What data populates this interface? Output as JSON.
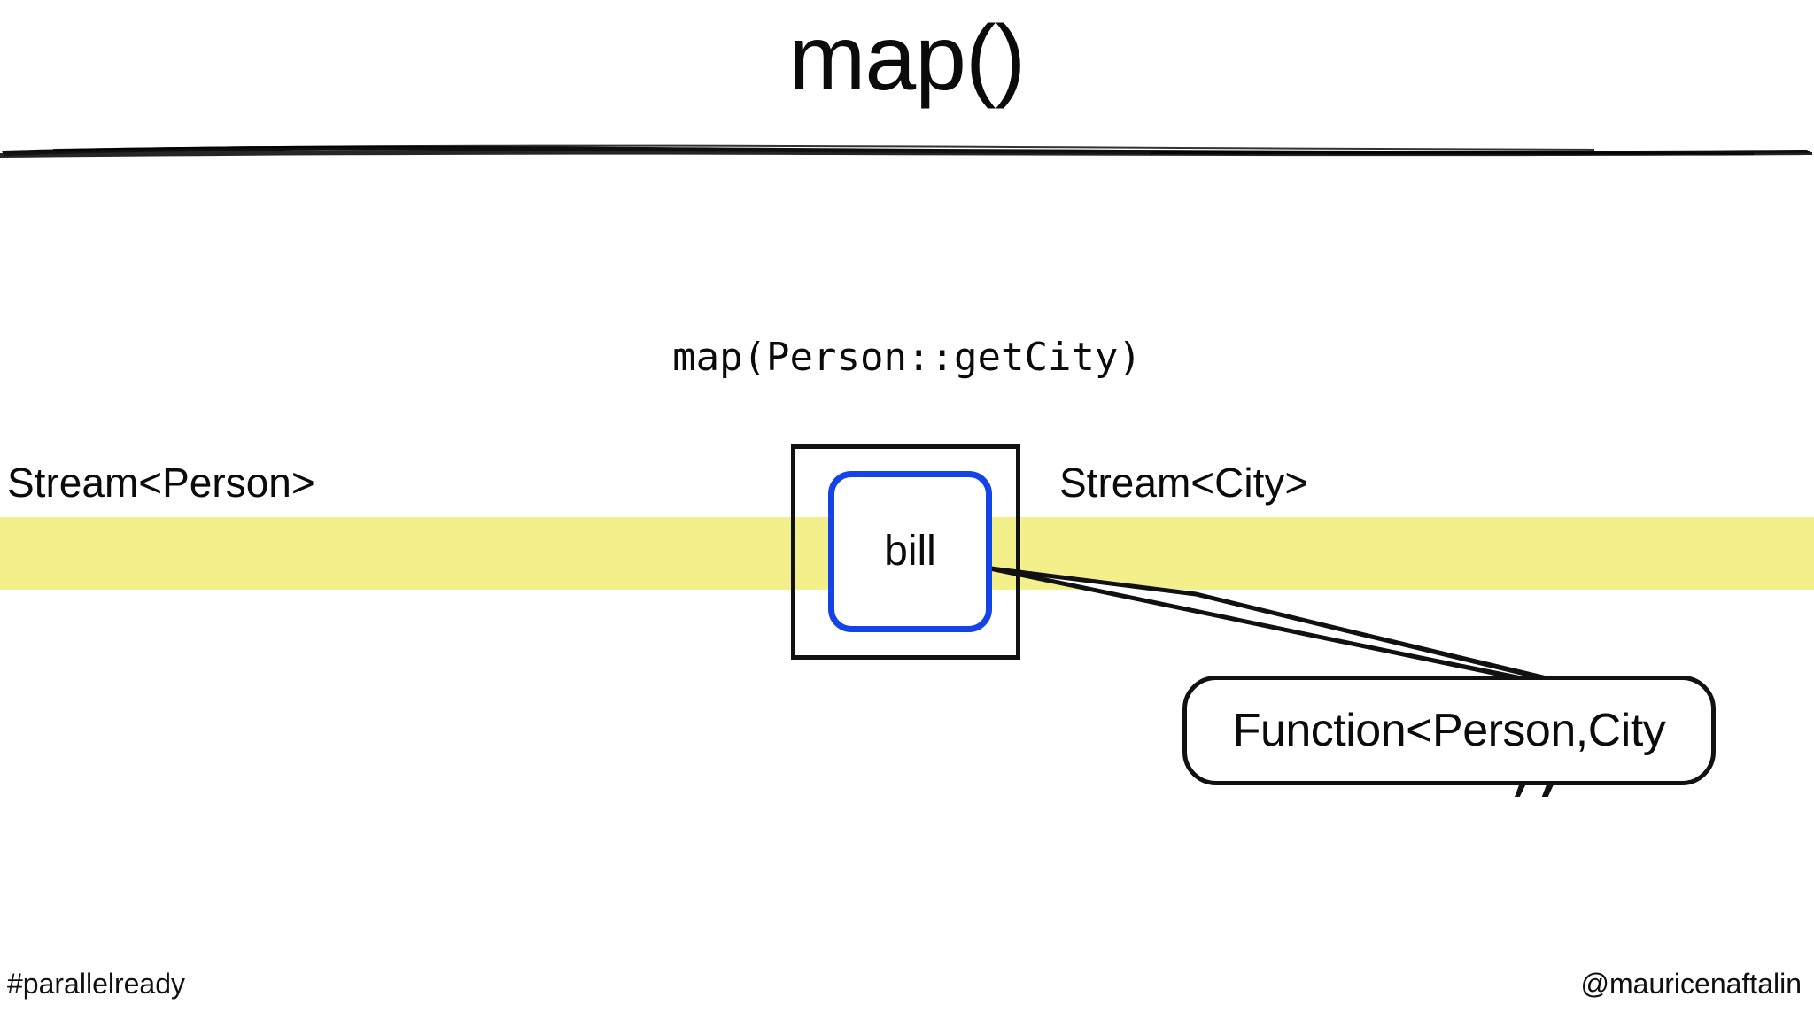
{
  "slide": {
    "title": "map()",
    "code": "map(Person::getCity)",
    "background_color": "#ffffff"
  },
  "diagram": {
    "input_label": "Stream<Person>",
    "output_label": "Stream<City>",
    "element_label": "bill",
    "callout_label": "Function<Person,City",
    "band_color": "#F3F08C",
    "element_border_color": "#1444E8",
    "box_border_color": "#111111"
  },
  "footer": {
    "hashtag": "#parallelready",
    "handle": "@mauricenaftalin"
  }
}
